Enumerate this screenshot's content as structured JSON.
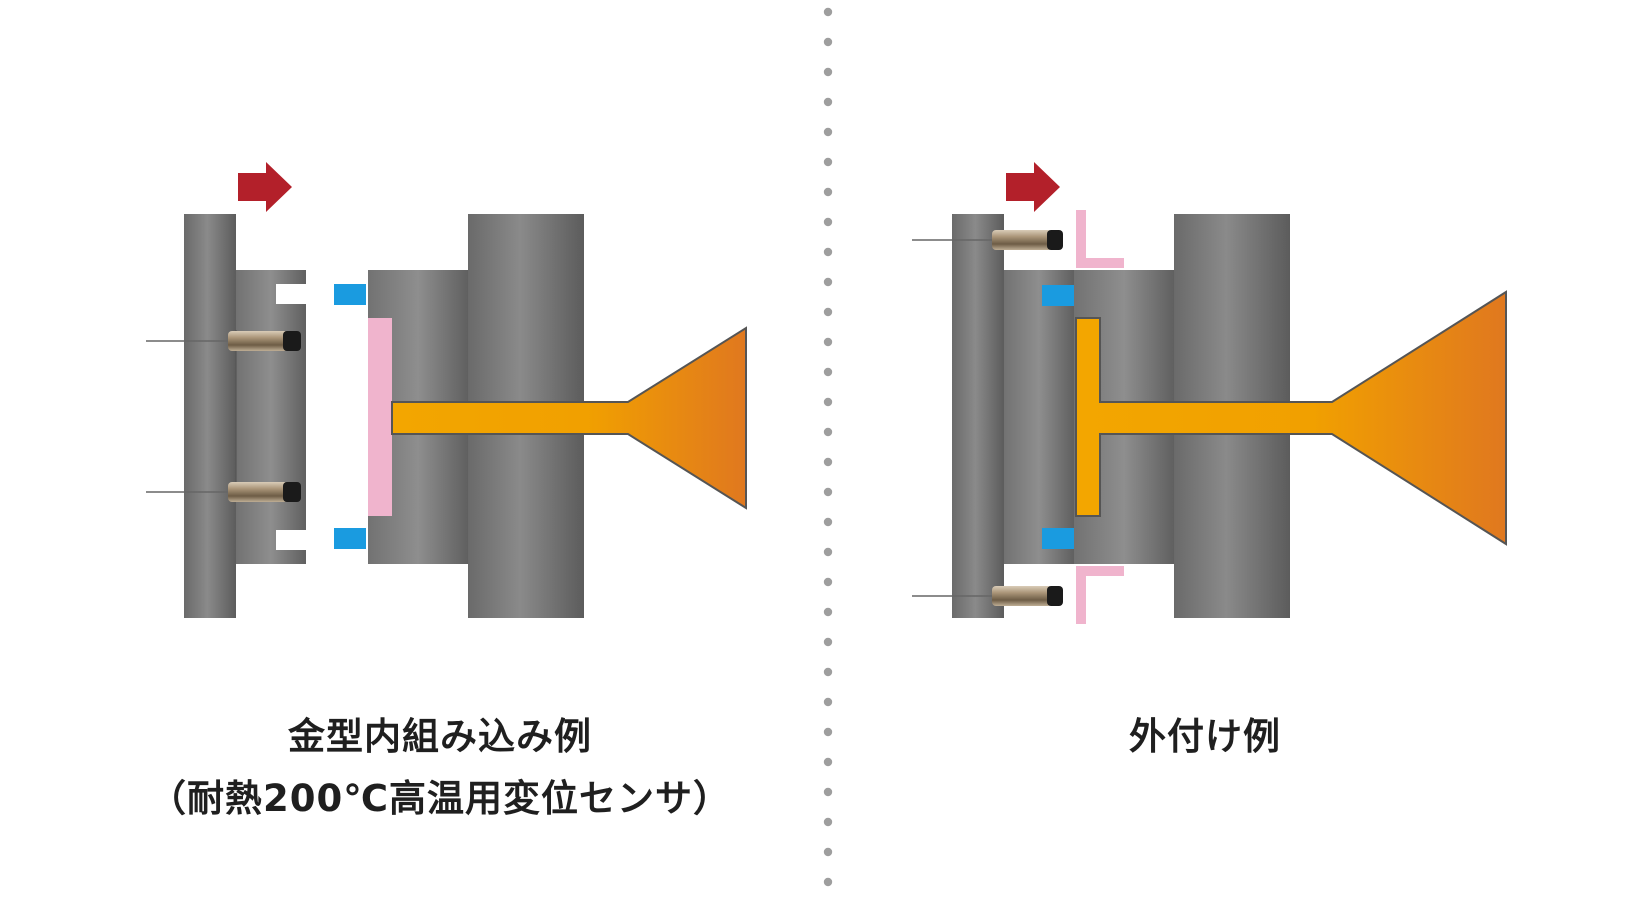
{
  "colors": {
    "mold_gray": "#7b7b7b",
    "mold_gray_dark": "#5e5e5e",
    "mold_gray_light": "#9a9a9a",
    "arrow_red": "#b3202a",
    "resin_orange": "#f3a200",
    "resin_orange_dark": "#e07a1e",
    "pink_plate": "#f0b4cd",
    "blue_pad": "#1a9be0",
    "divider_dots": "#9e9e9e",
    "sensor_brass": "#b8a488",
    "sensor_cap": "#1a1a1a",
    "caption_text": "#1f1f1f"
  },
  "icons": {
    "motion_arrow": "red-right-arrow-icon",
    "sensor": "cylindrical-displacement-sensor-icon"
  },
  "left_panel": {
    "caption_line1": "金型内組み込み例",
    "caption_line2": "（耐熱200℃高温用変位センサ）"
  },
  "right_panel": {
    "caption_line1": "外付け例"
  }
}
